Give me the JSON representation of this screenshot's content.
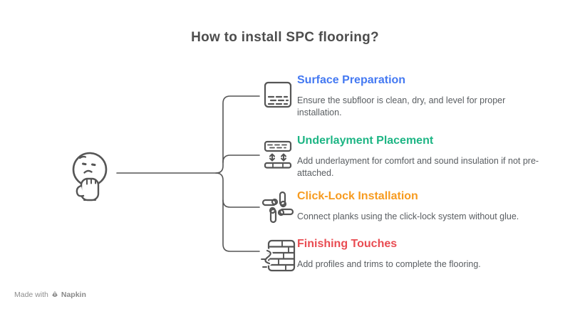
{
  "title": {
    "text": "How to install SPC flooring?",
    "color": "#4d4d4d"
  },
  "thinker": {
    "icon": "thinking-face-icon"
  },
  "steps": [
    {
      "title": "Surface Preparation",
      "color": "#4479f2",
      "description": "Ensure the subfloor is clean, dry, and level for proper installation.",
      "icon": "subfloor-panel-icon"
    },
    {
      "title": "Underlayment Placement",
      "color": "#1db584",
      "description": "Add underlayment for comfort and sound insulation if not pre-attached.",
      "icon": "underlayment-layers-icon"
    },
    {
      "title": "Click-Lock Installation",
      "color": "#f79b1f",
      "description": "Connect planks using the click-lock system without glue.",
      "icon": "click-lock-icon"
    },
    {
      "title": "Finishing Touches",
      "color": "#e94c52",
      "description": "Add profiles and trims to complete the flooring.",
      "icon": "finishing-planks-icon"
    }
  ],
  "footer": {
    "made_with": "Made with",
    "brand": "Napkin"
  },
  "colors": {
    "line": "#555555",
    "icon_stroke": "#555555",
    "description_text": "#595d61",
    "background": "#ffffff"
  }
}
